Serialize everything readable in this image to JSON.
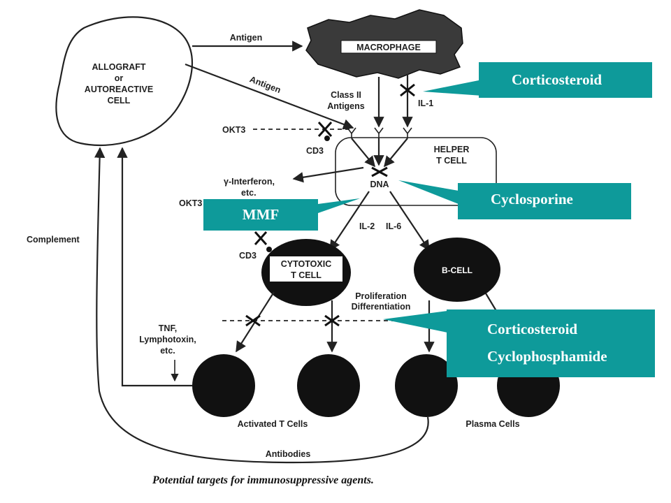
{
  "cells": {
    "allograft": [
      "ALLOGRAFT",
      "or",
      "AUTOREACTIVE",
      "CELL"
    ],
    "macrophage": "MACROPHAGE",
    "helper": [
      "HELPER",
      "T CELL"
    ],
    "dna": "DNA",
    "cytotoxic": [
      "CYTOTOXIC",
      "T CELL"
    ],
    "bcell": "B-CELL",
    "activated": "Activated T Cells",
    "plasma": "Plasma Cells"
  },
  "labels": {
    "antigen_top": "Antigen",
    "antigen_diag": "Antigen",
    "class2": [
      "Class II",
      "Antigens"
    ],
    "il1": "IL-1",
    "okt3_top": "OKT3",
    "cd3_top": "CD3",
    "interferon": [
      "γ-Interferon,",
      "etc."
    ],
    "okt3_mid": "OKT3",
    "cd3_mid": "CD3",
    "il2": "IL-2",
    "il6": "IL-6",
    "prolif": [
      "Proliferation",
      "Differentiation"
    ],
    "tnf": [
      "TNF,",
      "Lymphotoxin,",
      "etc."
    ],
    "complement": "Complement",
    "antibodies": "Antibodies"
  },
  "caption": "Potential targets for immunosuppressive agents.",
  "callouts": {
    "corticosteroid_top": "Corticosteroid",
    "cyclosporine": "Cyclosporine",
    "mmf": "MMF",
    "bottom": [
      "Corticosteroid",
      "Cyclophosphamide"
    ]
  },
  "colors": {
    "callout_bg": "#0e9a9a",
    "callout_text": "#ffffff",
    "ink": "#222222"
  }
}
